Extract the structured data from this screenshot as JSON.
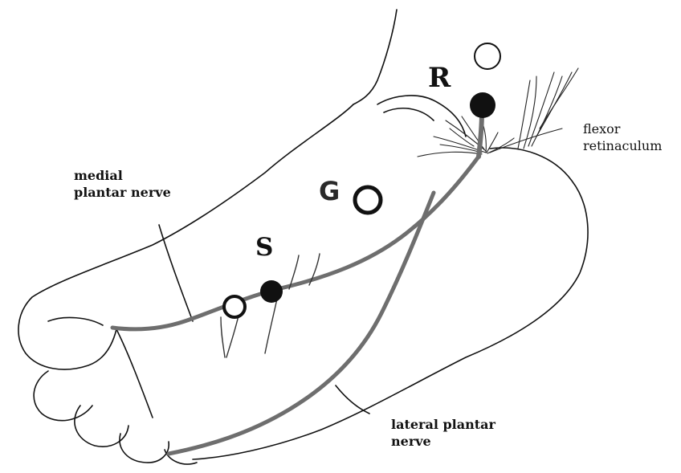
{
  "labels": {
    "medial_line1": "medial",
    "medial_line2": "plantar nerve",
    "flexor_line1": "flexor",
    "flexor_line2": "retinaculum",
    "lateral_line1": "lateral plantar",
    "lateral_line2": "nerve"
  },
  "markers": {
    "r": "R",
    "g": "G",
    "s": "S"
  },
  "colors": {
    "outline": "#111111",
    "nerve": "#6e6e6e",
    "filled_dot": "#111111",
    "open_circle": "#111111"
  }
}
